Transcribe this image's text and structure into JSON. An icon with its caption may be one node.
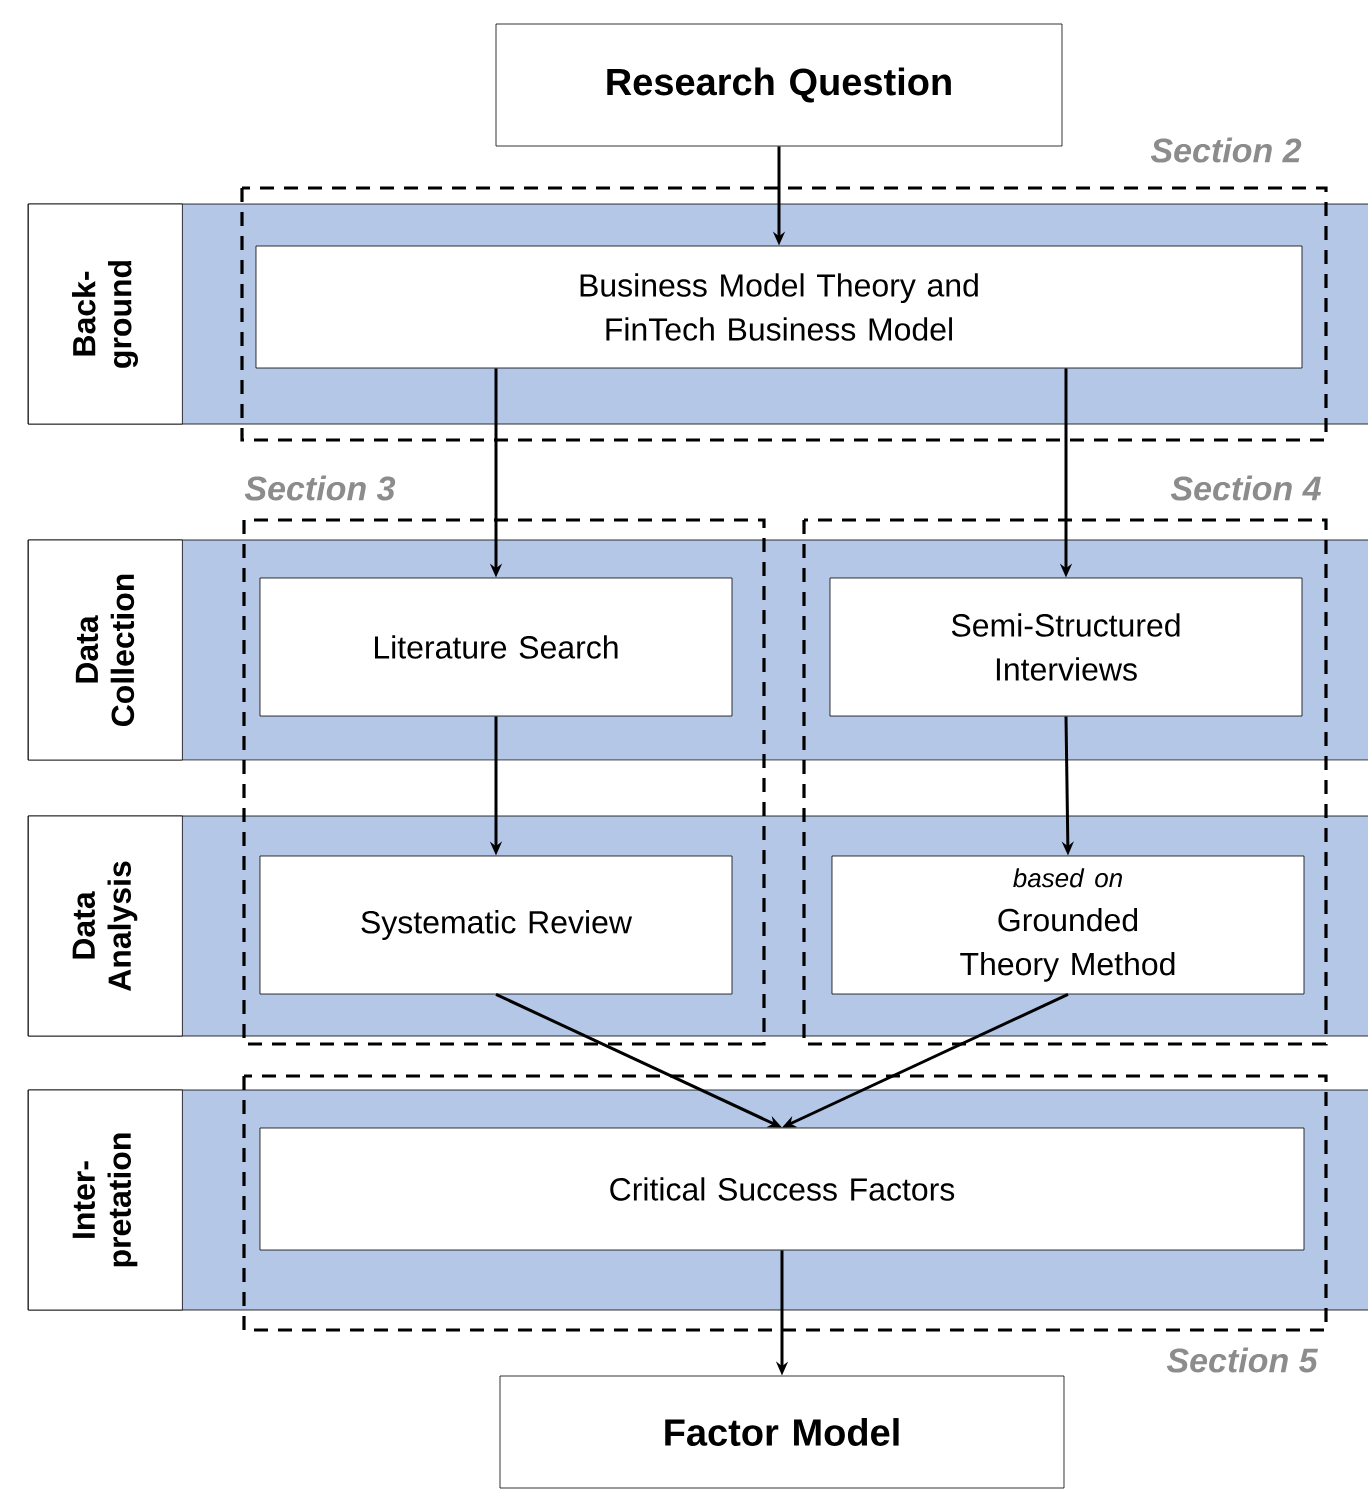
{
  "diagram": {
    "nodes": [
      {
        "text": [
          "Research Question"
        ]
      },
      {
        "text": [
          "Back- ground"
        ]
      },
      {
        "text": [
          "Business Model Theory and FinTech Business Model"
        ],
        "in": 1
      },
      {
        "text": [
          "Data Collection"
        ]
      },
      {
        "text": [
          "Literature Search"
        ],
        "in": 3
      },
      {
        "text": [
          "Semi-Structured Interviews"
        ],
        "in": 3
      },
      {
        "text": [
          "Data Analysis"
        ]
      },
      {
        "text": [
          "Systematic Review"
        ],
        "in": 6
      },
      {
        "text": [
          "based on",
          "Grounded Theory Method"
        ],
        "in": 6
      },
      {
        "text": [
          "Inter- pretation"
        ]
      },
      {
        "text": [
          "Critical Success Factors"
        ],
        "in": 9
      },
      {
        "text": [
          "Factor Model"
        ]
      }
    ],
    "edges": [
      {
        "from": 0,
        "to": 2,
        "arrow": "to"
      },
      {
        "from": 2,
        "to": 4,
        "arrow": "to"
      },
      {
        "from": 2,
        "to": 5,
        "arrow": "to"
      },
      {
        "from": 4,
        "to": 7,
        "arrow": "to"
      },
      {
        "from": 5,
        "to": 8,
        "arrow": "to"
      },
      {
        "from": 7,
        "to": 10,
        "arrow": "to"
      },
      {
        "from": 8,
        "to": 10,
        "arrow": "to"
      },
      {
        "from": 10,
        "to": 11,
        "arrow": "to"
      }
    ],
    "labels": [
      "Section 2",
      "Section 3",
      "Section 4",
      "Section 5"
    ]
  }
}
